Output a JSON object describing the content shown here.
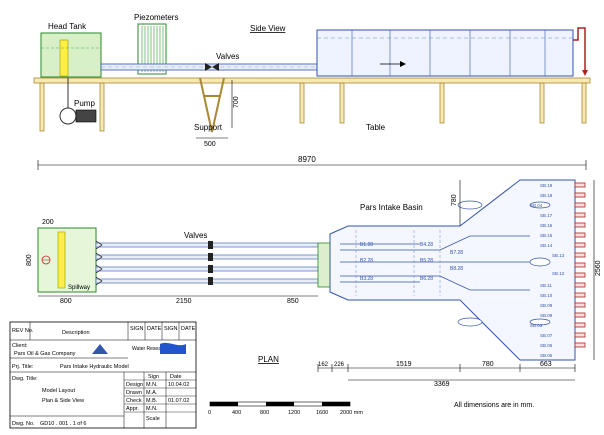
{
  "labels": {
    "head_tank": "Head Tank",
    "piezometers": "Piezometers",
    "side_view": "Side View",
    "valves_top": "Valves",
    "pump": "Pump",
    "support": "Support",
    "table": "Table",
    "dim_700": "700",
    "dim_500": "500",
    "dim_8970": "8970",
    "dim_200": "200",
    "dim_800_v": "800",
    "dim_800_h": "800",
    "dim_2150": "2150",
    "dim_850": "850",
    "dim_780_top": "780",
    "dim_2560": "2560",
    "dim_162": "162",
    "dim_226": "226",
    "dim_1519": "1519",
    "dim_780_bot": "780",
    "dim_663": "663",
    "dim_3369": "3369",
    "valves_plan": "Valves",
    "spillway": "Spillway",
    "pars_intake_basin": "Pars Intake Basin",
    "plan": "PLAN",
    "all_dims": "All dimensions are in mm."
  },
  "scale_bar": {
    "ticks": [
      "0",
      "400",
      "800",
      "1200",
      "1600",
      "2000 mm"
    ]
  },
  "title_block": {
    "rev_header": "REV No.",
    "description_header": "Description",
    "col_h1": "SIGN",
    "col_h2": "DATE",
    "col_h3": "SIGN",
    "col_h4": "DATE",
    "client_label": "Client:",
    "client_value": "Pars Oil & Gas Company",
    "prj_label": "Prj. Title:",
    "prj_value": "Pars Intake Hydraulic Model",
    "water_center": "Water Research Center",
    "dwg_title_label": "Dwg. Title:",
    "dwg_title_1": "Model Layout",
    "dwg_title_2": "Plan & Side View",
    "sign_header": "Sign",
    "date_header": "Date",
    "design_label": "Design",
    "design_sign": "M.N.",
    "design_date": "10.04.02",
    "drawn_label": "Drawn",
    "drawn_sign": "M.A.",
    "check_label": "Check",
    "check_sign": "M.B.",
    "check_date": "01.07.02",
    "appr_label": "Appr.",
    "appr_sign": "M.N.",
    "dwg_no_label": "Dwg. No.",
    "dwg_no_value": "GD10 . 001 . 1 of 6",
    "scale_label": "Scale"
  },
  "inlet_labels": [
    "SB.19",
    "SB.18",
    "SB.17",
    "SB.16",
    "SB.15",
    "SB.14",
    "SB.13",
    "SB.12",
    "SB.11",
    "SB.10",
    "SB.09",
    "SB.08",
    "SB.07",
    "SB.06",
    "SB.05",
    "SB.04",
    "SB.03"
  ],
  "basin_labels": [
    "B1.28",
    "B2.28",
    "B3.28",
    "B4.28",
    "B5.28",
    "B6.28",
    "B7.28",
    "B8.28"
  ]
}
